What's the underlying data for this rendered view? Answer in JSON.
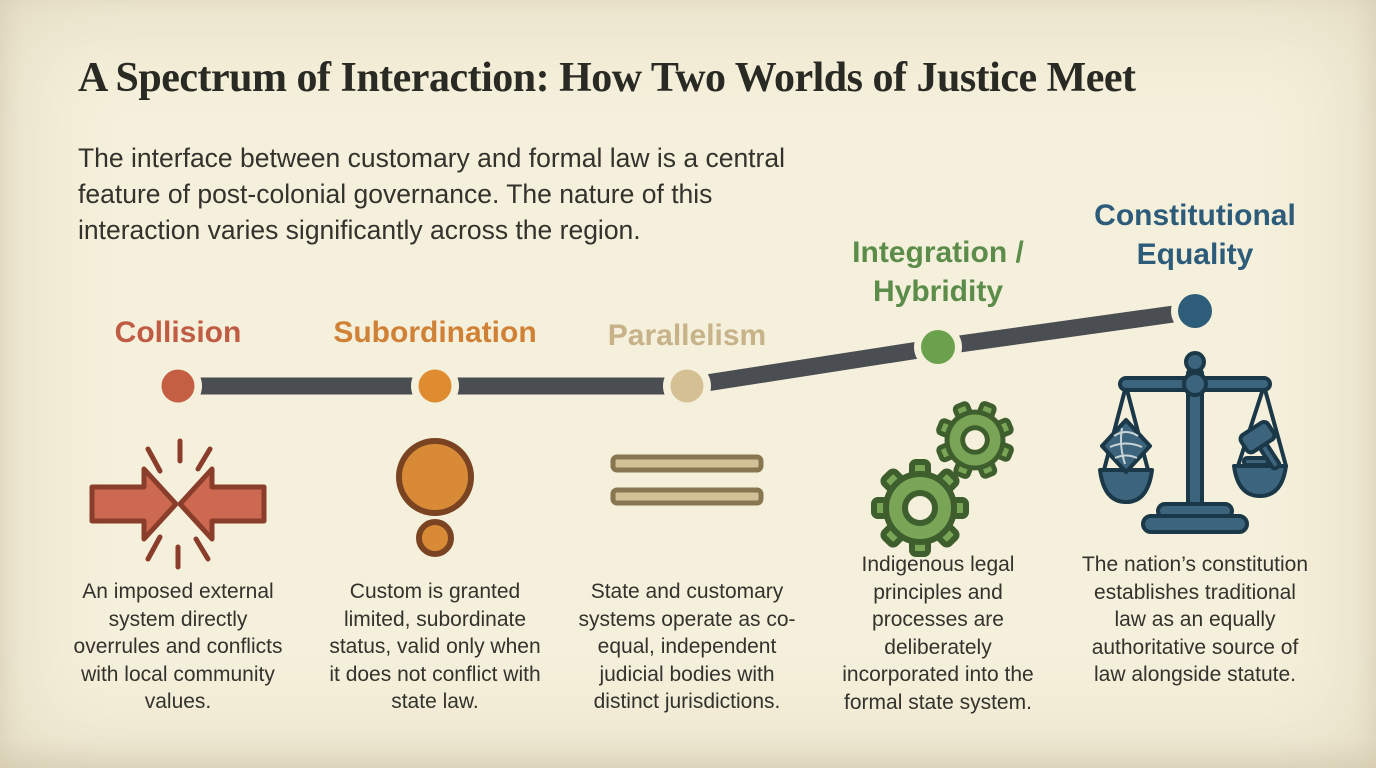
{
  "title": "A Spectrum of Interaction: How Two Worlds of Justice Meet",
  "intro": "The interface between customary and formal law is a central feature of post-colonial governance. The nature of this interaction varies significantly across the region.",
  "colors": {
    "background": "#f5f0db",
    "title_text": "#2a2a24",
    "body_text": "#33322c",
    "spectrum_line": "#4a4d52"
  },
  "stages": [
    {
      "label": "Collision",
      "label_color": "#c05b44",
      "dot_color": "#c45f43",
      "icon": "colliding-arrows-icon",
      "icon_fill": "#cd6950",
      "icon_stroke": "#8a3d2a",
      "description": "An imposed external system directly overrules and conflicts with local community values."
    },
    {
      "label": "Subordination",
      "label_color": "#d08135",
      "dot_color": "#df8c31",
      "icon": "dominant-subordinate-circles-icon",
      "icon_fill": "#d98a37",
      "icon_stroke": "#7a4423",
      "description": "Custom is granted limited, subordinate status, valid only when it does not conflict with state law."
    },
    {
      "label": "Parallelism",
      "label_color": "#c7b28a",
      "dot_color": "#d5c094",
      "icon": "equal-parallel-bars-icon",
      "icon_fill": "#d2c096",
      "icon_stroke": "#877650",
      "description": "State and customary systems operate as co-equal, independent judicial bodies with distinct jurisdictions."
    },
    {
      "label": "Integration / Hybridity",
      "label_color": "#5c8c4a",
      "dot_color": "#6ba14c",
      "icon": "interlocking-gears-icon",
      "icon_fill": "#7aa557",
      "icon_stroke": "#3f5e2d",
      "description": "Indigenous legal principles and processes are deliberately incorporated into the formal state system."
    },
    {
      "label": "Constitutional Equality",
      "label_color": "#2d5c7b",
      "dot_color": "#2e5d79",
      "icon": "balance-scale-icon",
      "icon_fill": "#3c647c",
      "icon_stroke": "#1b3848",
      "description": "The nation’s constitution establishes traditional law as an equally authoritative source of law alongside statute."
    }
  ]
}
